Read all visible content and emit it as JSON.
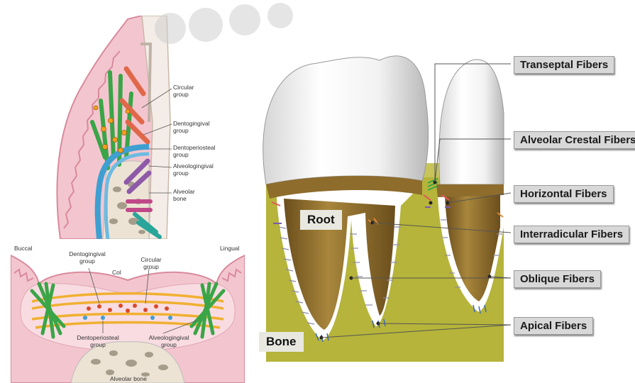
{
  "top_left": {
    "labels": {
      "circular": "Circular group",
      "dentogingival": "Dentogingival group",
      "dentoperiosteal": "Dentoperiosteal group",
      "alveologingival": "Alveologingival group",
      "alveolar_bone": "Alveolar bone"
    }
  },
  "bottom_left": {
    "buccal": "Buccal",
    "lingual": "Lingual",
    "col": "Col",
    "dentogingival": "Dentogingival group",
    "circular": "Circular group",
    "dentoperiosteal": "Dentoperiosteal group",
    "alveologingival": "Alveologingival group",
    "alveolar_bone": "Alveolar bone"
  },
  "right": {
    "root_label": "Root",
    "bone_label": "Bone",
    "fiber_labels": [
      "Transeptal Fibers",
      "Alveolar Crestal Fibers",
      "Horizontal Fibers",
      "Interradicular Fibers",
      "Oblique Fibers",
      "Apical Fibers"
    ]
  },
  "colors": {
    "gingiva": "#f3c6cf",
    "bone": "#b6b43a",
    "root": "#8a6a2a",
    "circular": "#e0684a",
    "dentogingival": "#3aa547",
    "dentoperiosteal": "#3f9fd0",
    "alveologingival": "#8e5aa8",
    "horizontal": "#c04888"
  }
}
